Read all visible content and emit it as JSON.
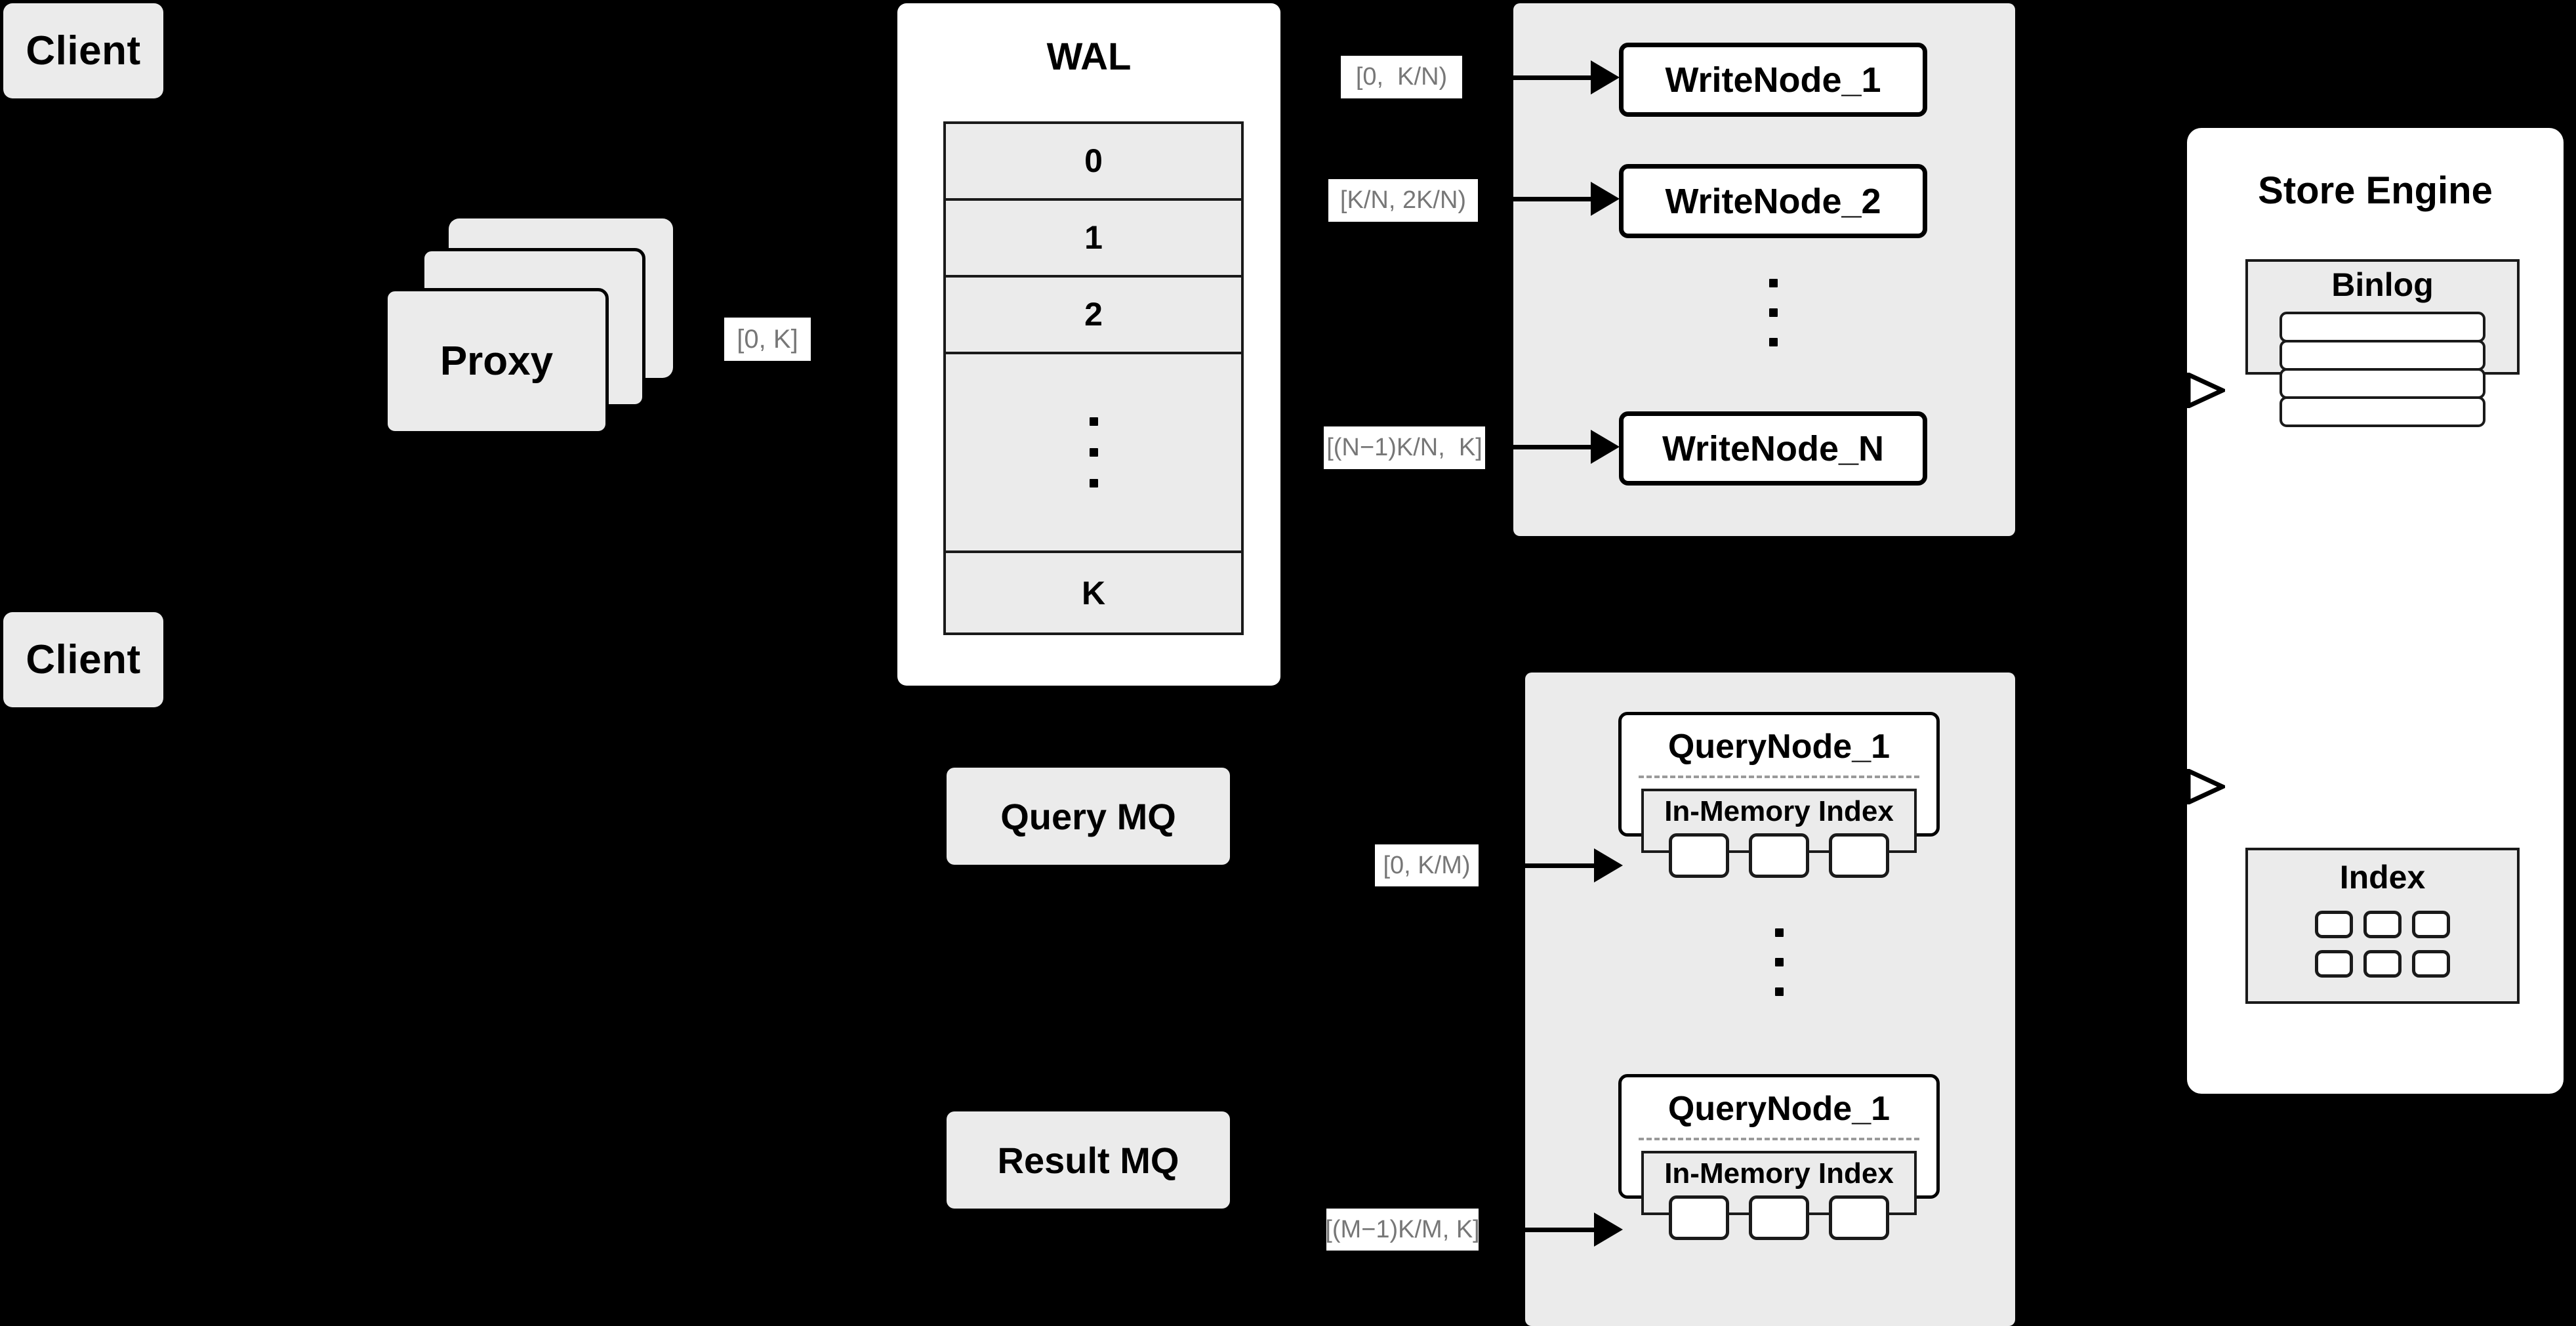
{
  "diagram": {
    "title": "Distributed Vector Database Write/Query Architecture",
    "background_color": "#000000",
    "node_fill": "#ebebeb",
    "panel_fill": "#ffffff",
    "stroke_color": "#000000",
    "label_text_color": "#777777"
  },
  "clients": [
    {
      "label": "Client"
    },
    {
      "label": "Client"
    }
  ],
  "proxy": {
    "label": "Proxy",
    "stack_count": 3
  },
  "wal": {
    "title": "WAL",
    "rows": [
      "0",
      "1",
      "2",
      "⋮",
      "K"
    ],
    "ellipsis_row_index": 3
  },
  "queues": {
    "query_mq": "Query MQ",
    "result_mq": "Result MQ"
  },
  "edge_labels": {
    "client_to_proxy": "[0, K]",
    "wal_to_writenode_1": "[0,  K/N)",
    "wal_to_writenode_2": "[K/N, 2K/N)",
    "wal_to_writenode_n": "[(N−1)K/N,  K]",
    "mq_to_querynode_1": "[0, K/M)",
    "mq_to_querynode_m": "[(M−1)K/M, K]"
  },
  "write_cluster": {
    "nodes": [
      {
        "label": "WriteNode_1"
      },
      {
        "label": "WriteNode_2"
      },
      {
        "label": "WriteNode_N"
      }
    ],
    "ellipsis": "⋮"
  },
  "query_cluster": {
    "nodes": [
      {
        "label": "QueryNode_1",
        "index_title": "In-Memory Index",
        "index_cells": 3
      },
      {
        "label": "QueryNode_1",
        "index_title": "In-Memory Index",
        "index_cells": 3
      }
    ],
    "ellipsis": "⋮"
  },
  "store_engine": {
    "title": "Store Engine",
    "binlog": {
      "title": "Binlog",
      "row_count": 4
    },
    "index": {
      "title": "Index",
      "cell_count": 6
    }
  }
}
